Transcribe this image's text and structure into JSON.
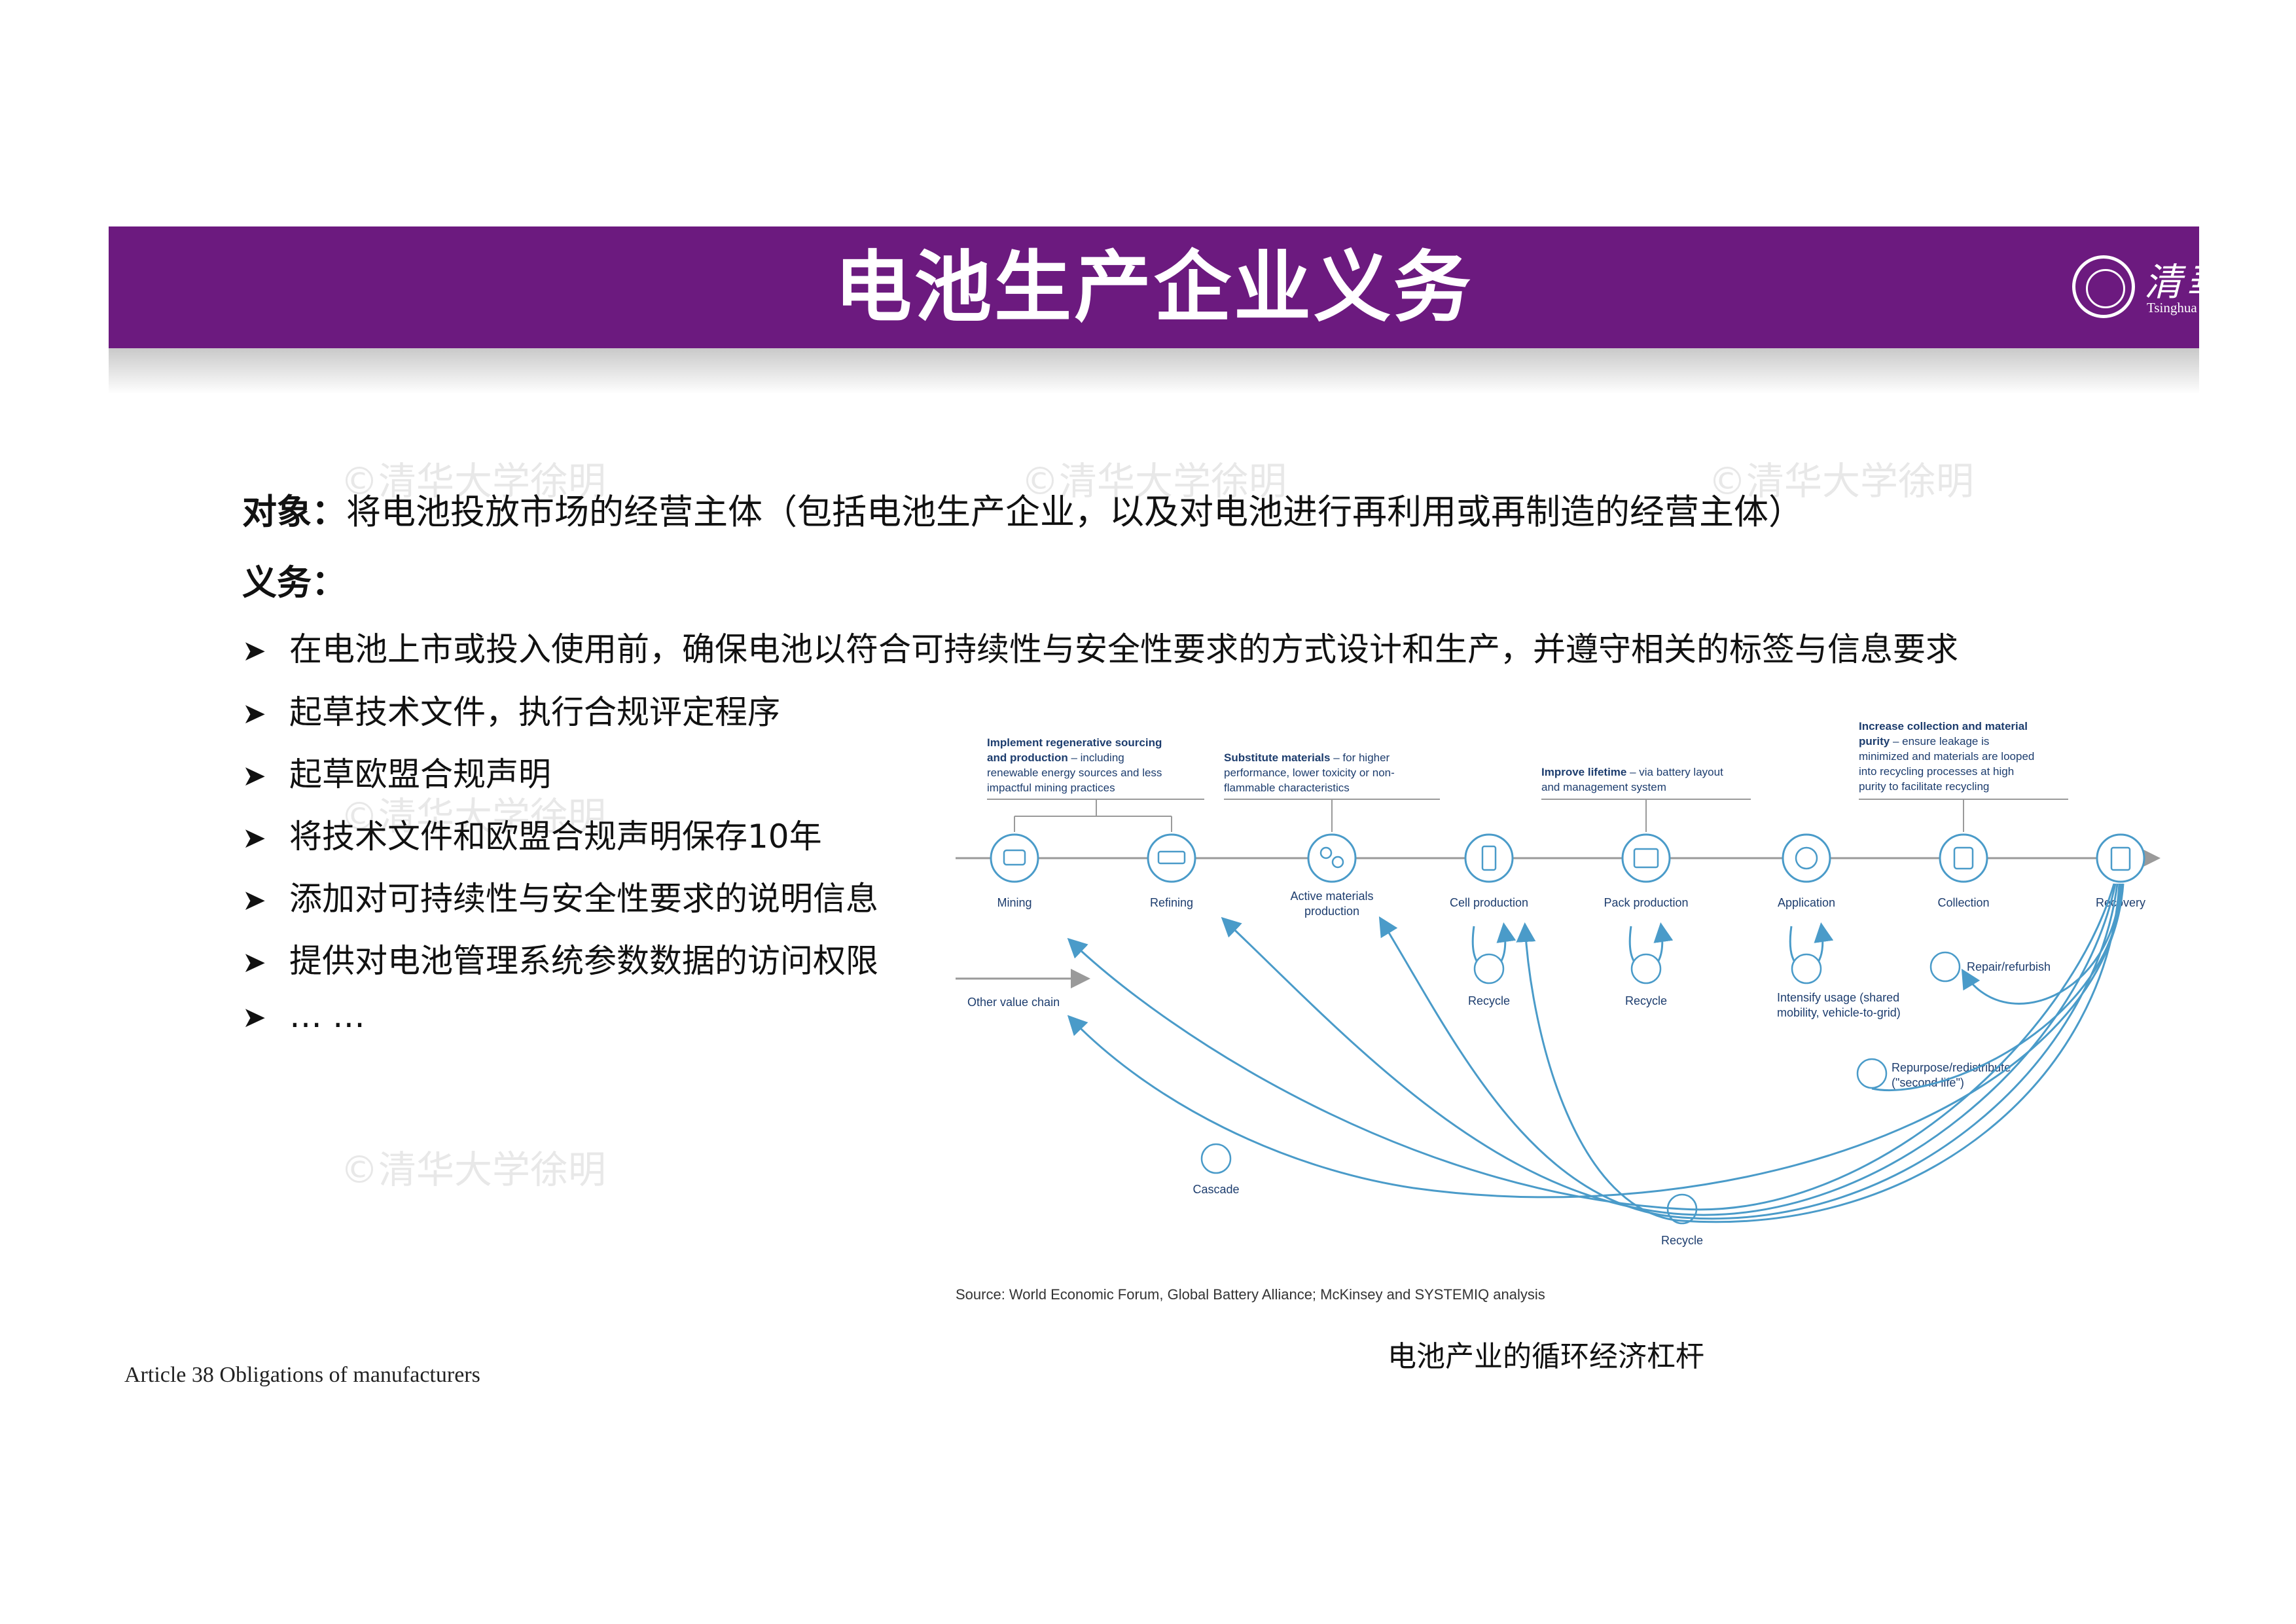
{
  "header": {
    "title": "电池生产企业义务",
    "logo_cn": "清華大學",
    "logo_en": "Tsinghua University"
  },
  "watermark": "©清华大学徐明",
  "content": {
    "object_label": "对象：",
    "object_text": "将电池投放市场的经营主体（包括电池生产企业，以及对电池进行再利用或再制造的经营主体）",
    "duties_label": "义务：",
    "bullets": [
      "在电池上市或投入使用前，确保电池以符合可持续性与安全性要求的方式设计和生产，并遵守相关的标签与信息要求",
      "起草技术文件，执行合规评定程序",
      "起草欧盟合规声明",
      "将技术文件和欧盟合规声明保存10年",
      "添加对可持续性与安全性要求的说明信息",
      "提供对电池管理系统参数数据的访问权限",
      "… …"
    ]
  },
  "footer": {
    "article": "Article  38 Obligations  of manufacturers"
  },
  "diagram": {
    "caption": "电池产业的循环经济杠杆",
    "source": "Source: World Economic Forum, Global Battery Alliance; McKinsey and SYSTEMIQ analysis",
    "stages": [
      "Mining",
      "Refining",
      "Active materials production",
      "Cell production",
      "Pack production",
      "Application",
      "Collection",
      "Recovery"
    ],
    "other_chain": "Other value chain",
    "annotations": [
      {
        "bold": "Implement regenerative sourcing and production",
        "text": " – including renewable energy sources and less impactful mining practices"
      },
      {
        "bold": "Substitute materials",
        "text": " – for higher performance, lower toxicity or non-flammable characteristics"
      },
      {
        "bold": "Improve lifetime",
        "text": " – via battery layout and management system"
      },
      {
        "bold": "Increase collection and material purity",
        "text": " – ensure leakage is minimized and materials are looped into recycling processes at high purity to facilitate recycling"
      }
    ],
    "loops": {
      "recycle": "Recycle",
      "intensify": "Intensify usage (shared mobility, vehicle-to-grid)",
      "repair": "Repair/refurbish",
      "repurpose": "Repurpose/redistribute (\"second life\")",
      "cascade": "Cascade"
    },
    "colors": {
      "banner": "#6c1a7f",
      "diagram_blue": "#4a9bc9",
      "chain_gray": "#9a9a9a"
    }
  }
}
